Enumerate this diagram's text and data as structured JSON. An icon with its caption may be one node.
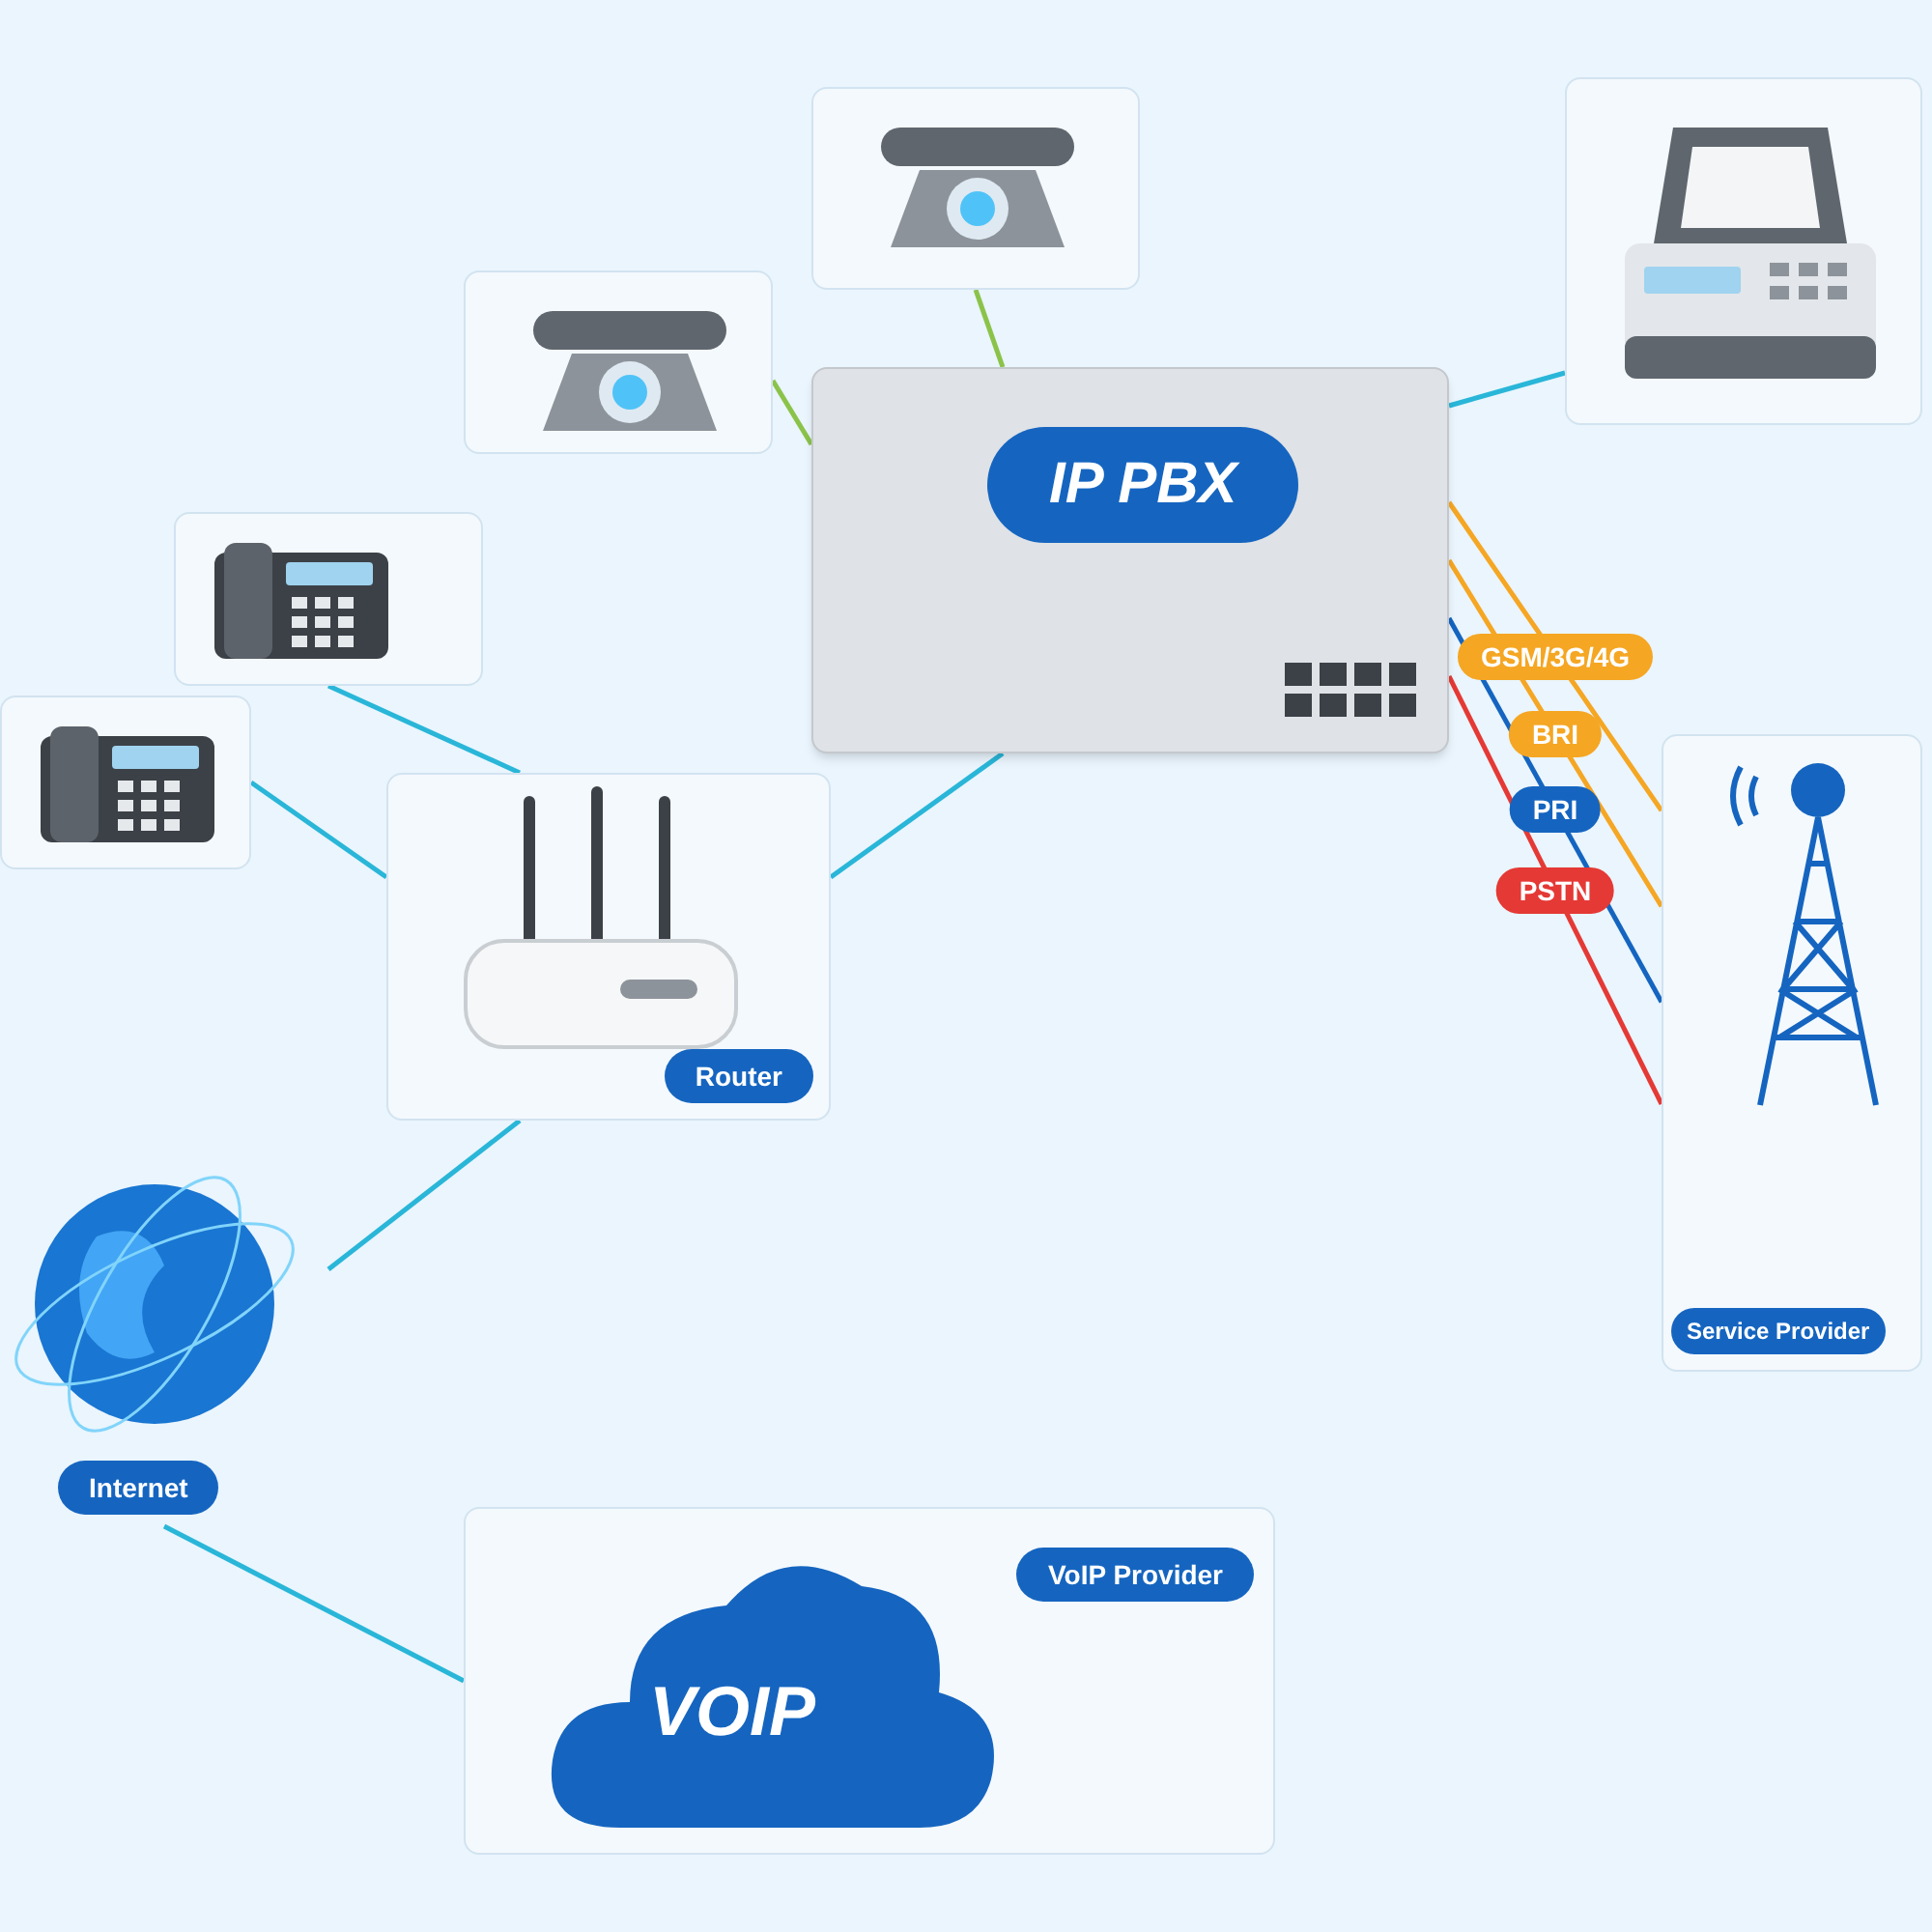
{
  "diagram": {
    "nodes": [
      {
        "text": [
          "IP PBX"
        ]
      },
      {
        "text": [],
        "shape": "picture"
      },
      {
        "text": [],
        "shape": "picture"
      },
      {
        "text": [],
        "shape": "picture"
      },
      {
        "text": [],
        "shape": "picture"
      },
      {
        "text": [],
        "shape": "picture"
      },
      {
        "text": [
          "Router"
        ]
      },
      {
        "text": [
          "Internet"
        ]
      },
      {
        "text": [
          "VOIP",
          "VoIP Provider"
        ]
      },
      {
        "text": [
          "Service Provider"
        ]
      }
    ],
    "edges": [
      {
        "from": 1,
        "to": 0,
        "arrow": "none",
        "color": "#8bc34a"
      },
      {
        "from": 2,
        "to": 0,
        "arrow": "none",
        "color": "#8bc34a"
      },
      {
        "from": 3,
        "to": 6,
        "arrow": "none"
      },
      {
        "from": 4,
        "to": 6,
        "arrow": "none"
      },
      {
        "from": 6,
        "to": 0,
        "arrow": "none"
      },
      {
        "from": 5,
        "to": 0,
        "arrow": "none"
      },
      {
        "from": 7,
        "to": 6,
        "arrow": "none"
      },
      {
        "from": 7,
        "to": 8,
        "arrow": "none"
      },
      {
        "from": 0,
        "to": 9,
        "arrow": "none",
        "label": "GSM/3G/4G",
        "color": "#f5a623"
      },
      {
        "from": 0,
        "to": 9,
        "arrow": "none",
        "label": "BRI",
        "color": "#f5a623"
      },
      {
        "from": 0,
        "to": 9,
        "arrow": "none",
        "label": "PRI",
        "color": "#1565c0"
      },
      {
        "from": 0,
        "to": 9,
        "arrow": "none",
        "label": "PSTN",
        "color": "#e53935"
      }
    ]
  }
}
